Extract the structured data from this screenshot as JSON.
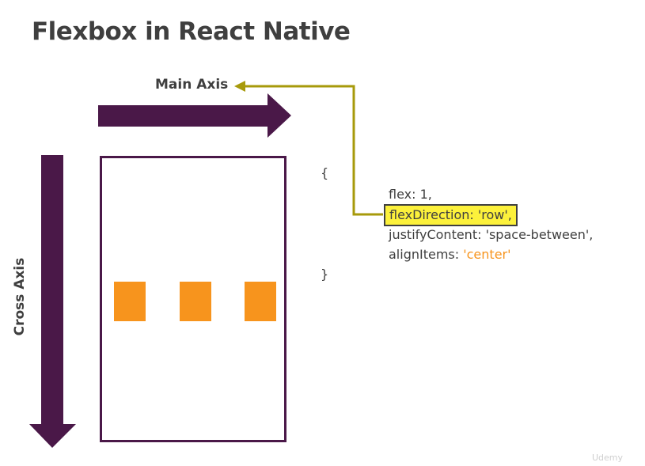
{
  "title": "Flexbox in React Native",
  "main_axis_label": "Main Axis",
  "cross_axis_label": "Cross Axis",
  "code": {
    "open_brace": "{",
    "close_brace": "}",
    "flex_line": "flex: 1,",
    "flex_direction_line": "flexDirection: 'row',",
    "justify_line": "justifyContent: 'space-between',",
    "align_key": "alignItems: ",
    "align_value": "'center'"
  },
  "watermark": "Udemy",
  "colors": {
    "axis_arrow": "#4a1848",
    "flex_item": "#f7941d",
    "highlight": "#fcf13b",
    "connector": "#a79a0b",
    "text": "#3f3f3f"
  },
  "flex_items_count": 3
}
